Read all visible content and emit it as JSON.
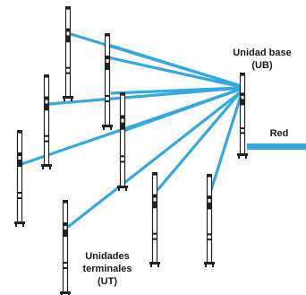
{
  "labels": {
    "base_unit": [
      "Unidad base",
      "(UB)"
    ],
    "network": "Red",
    "terminal_units": [
      "Unidades",
      "terminales",
      "(UT)"
    ]
  },
  "colors": {
    "link": "#33a9e0",
    "pole": "#222222",
    "text": "#1a1a1a"
  }
}
